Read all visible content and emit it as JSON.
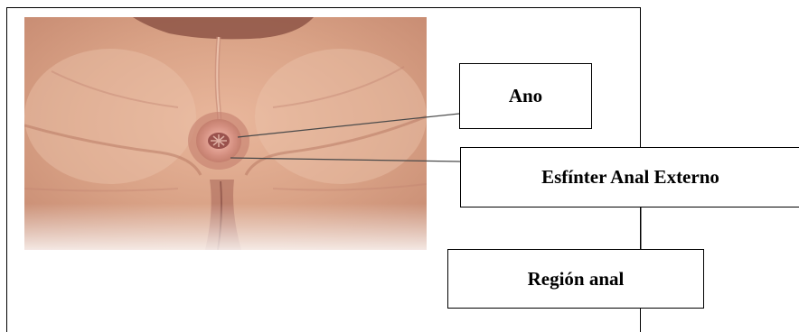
{
  "labels": {
    "ano": "Ano",
    "esfinter": "Esfínter Anal Externo",
    "region": "Región anal"
  },
  "colors": {
    "skin_base": "#d9a286",
    "skin_light": "#ecc3ab",
    "skin_shadow": "#b67560",
    "anus_center": "#c77b74",
    "line": "#4a4a4a",
    "frame": "#000000"
  }
}
